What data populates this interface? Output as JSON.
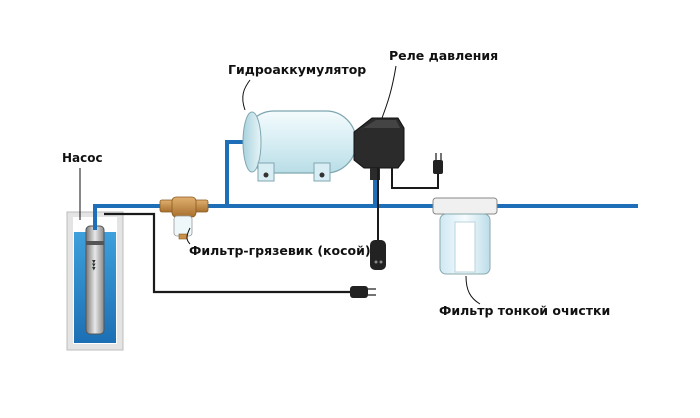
{
  "labels": {
    "pump": "Насос",
    "accumulator": "Гидроаккумулятор",
    "pressure_relay": "Реле давления",
    "mud_filter": "Фильтр-грязевик (косой)",
    "fine_filter": "Фильтр тонкой очистки"
  },
  "colors": {
    "pipe": "#1f6fb8",
    "wire": "#1a1a1a",
    "tank": "#d8eef4",
    "well_water": "#4aa8de",
    "brass": "#c8904a",
    "relay": "#2b2b2b"
  }
}
